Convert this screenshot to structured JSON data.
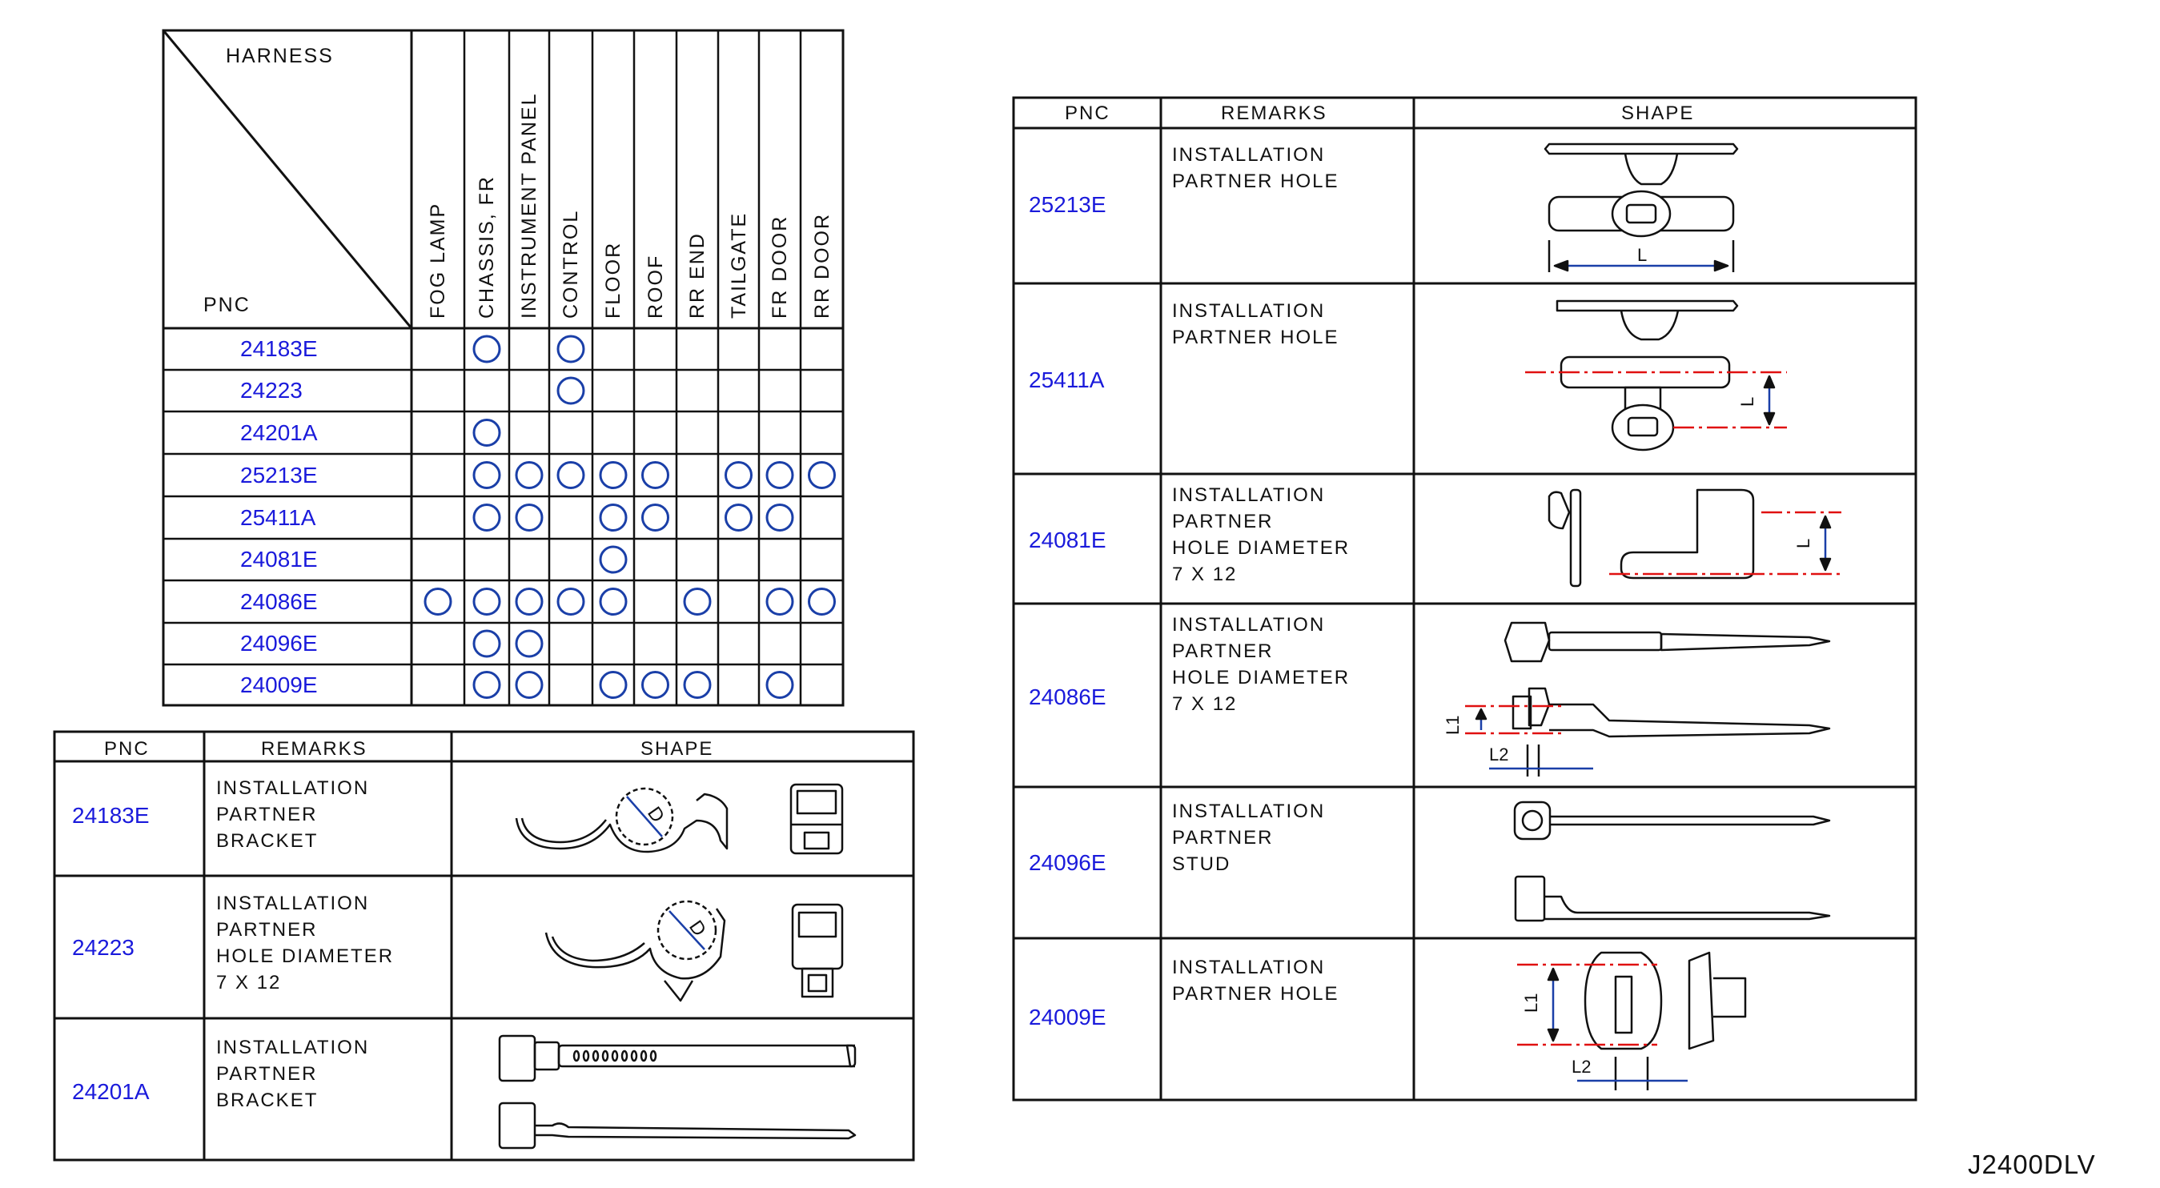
{
  "matrix": {
    "harness_label": "HARNESS",
    "pnc_label": "PNC",
    "columns": [
      "FOG   LAMP",
      "CHASSIS,   FR",
      "INSTRUMENT   PANEL",
      "CONTROL",
      "FLOOR",
      "ROOF",
      "RR   END",
      "TAILGATE",
      "FR   DOOR",
      "RR   DOOR"
    ],
    "rows": [
      {
        "pnc": "24183E",
        "marks": [
          0,
          1,
          0,
          1,
          0,
          0,
          0,
          0,
          0,
          0
        ]
      },
      {
        "pnc": "24223",
        "marks": [
          0,
          0,
          0,
          1,
          0,
          0,
          0,
          0,
          0,
          0
        ]
      },
      {
        "pnc": "24201A",
        "marks": [
          0,
          1,
          0,
          0,
          0,
          0,
          0,
          0,
          0,
          0
        ]
      },
      {
        "pnc": "25213E",
        "marks": [
          0,
          1,
          1,
          1,
          1,
          1,
          0,
          1,
          1,
          1
        ]
      },
      {
        "pnc": "25411A",
        "marks": [
          0,
          1,
          1,
          0,
          1,
          1,
          0,
          1,
          1,
          0
        ]
      },
      {
        "pnc": "24081E",
        "marks": [
          0,
          0,
          0,
          0,
          1,
          0,
          0,
          0,
          0,
          0
        ]
      },
      {
        "pnc": "24086E",
        "marks": [
          1,
          1,
          1,
          1,
          1,
          0,
          1,
          0,
          1,
          1
        ]
      },
      {
        "pnc": "24096E",
        "marks": [
          0,
          1,
          1,
          0,
          0,
          0,
          0,
          0,
          0,
          0
        ]
      },
      {
        "pnc": "24009E",
        "marks": [
          0,
          1,
          1,
          0,
          1,
          1,
          1,
          0,
          1,
          0
        ]
      }
    ]
  },
  "lower_table": {
    "headers": {
      "pnc": "PNC",
      "remarks": "REMARKS",
      "shape": "SHAPE"
    },
    "rows": [
      {
        "pnc": "24183E",
        "remarks": [
          "INSTALLATION",
          "PARTNER",
          "BRACKET"
        ],
        "dim": "D"
      },
      {
        "pnc": "24223",
        "remarks": [
          "INSTALLATION",
          "PARTNER",
          "HOLE   DIAMETER",
          "7   X   12"
        ],
        "dim": "D"
      },
      {
        "pnc": "24201A",
        "remarks": [
          "INSTALLATION",
          "PARTNER",
          "BRACKET"
        ]
      }
    ]
  },
  "right_table": {
    "headers": {
      "pnc": "PNC",
      "remarks": "REMARKS",
      "shape": "SHAPE"
    },
    "rows": [
      {
        "pnc": "25213E",
        "remarks": [
          "INSTALLATION",
          "PARTNER   HOLE"
        ],
        "dims": [
          "L"
        ]
      },
      {
        "pnc": "25411A",
        "remarks": [
          "INSTALLATION",
          "PARTNER   HOLE"
        ],
        "dims": [
          "L"
        ]
      },
      {
        "pnc": "24081E",
        "remarks": [
          "INSTALLATION",
          "PARTNER",
          "HOLE   DIAMETER",
          "7   X   12"
        ],
        "dims": [
          "L"
        ]
      },
      {
        "pnc": "24086E",
        "remarks": [
          "INSTALLATION",
          "PARTNER",
          "HOLE   DIAMETER",
          "7   X   12"
        ],
        "dims": [
          "L1",
          "L2"
        ]
      },
      {
        "pnc": "24096E",
        "remarks": [
          "INSTALLATION",
          "PARTNER",
          "STUD"
        ]
      },
      {
        "pnc": "24009E",
        "remarks": [
          "INSTALLATION",
          "PARTNER   HOLE"
        ],
        "dims": [
          "L1",
          "L2"
        ]
      }
    ]
  },
  "drawing_code": "J2400DLV",
  "colors": {
    "pnc_text": "#1a1adb",
    "mark": "#1a3fa8",
    "dim_line_red": "#e01010",
    "dim_line_blue": "#1a3fa8",
    "ink": "#111111"
  }
}
